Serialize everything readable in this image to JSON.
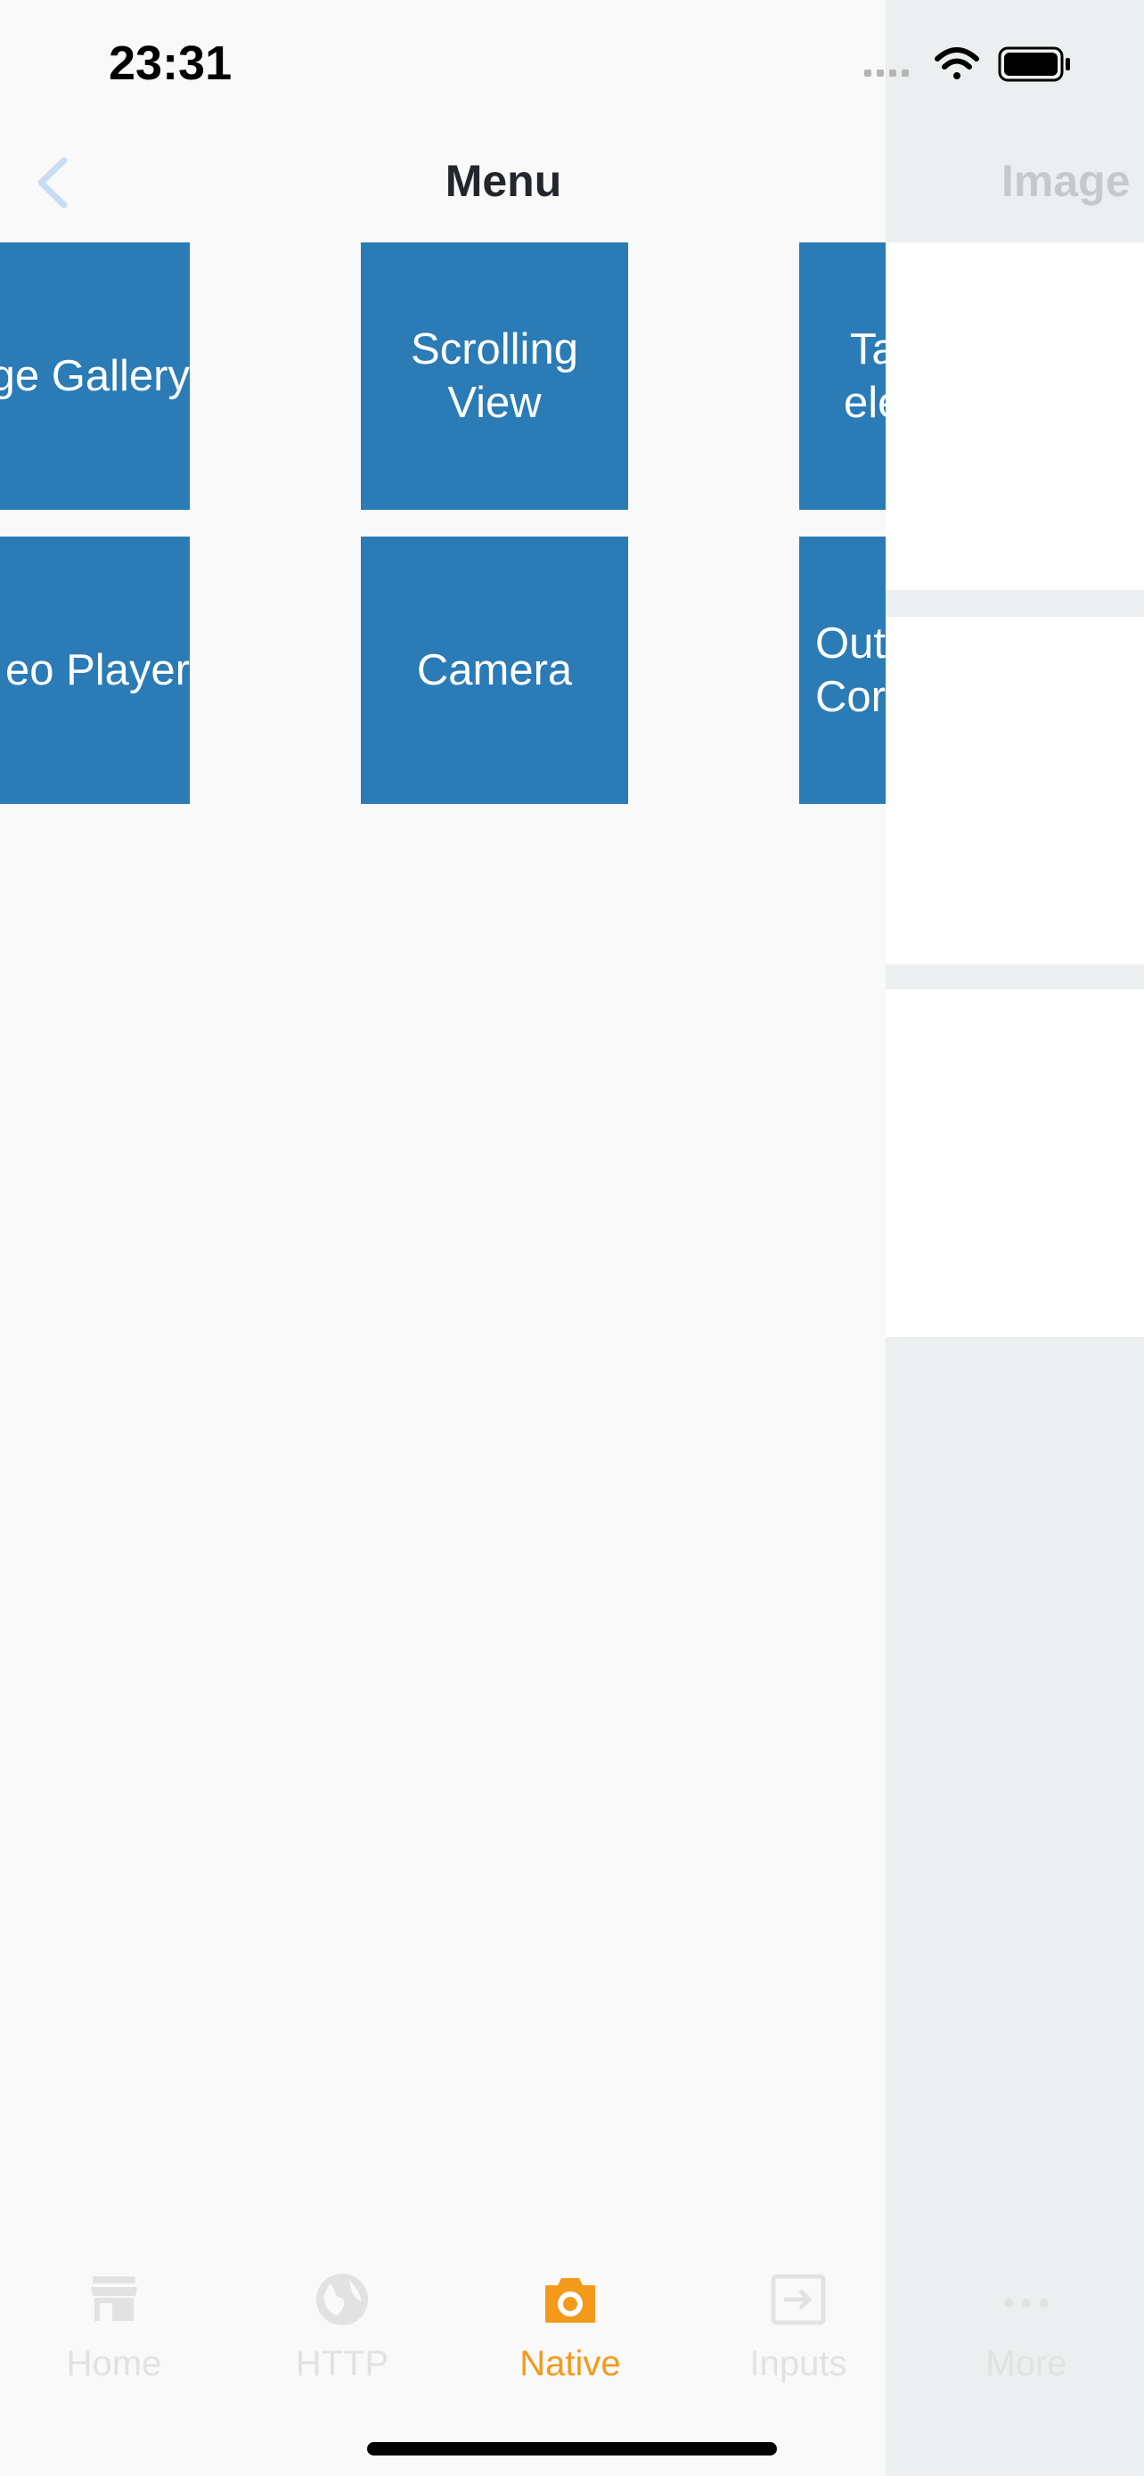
{
  "status_bar": {
    "time": "23:31"
  },
  "nav": {
    "title": "Menu"
  },
  "right_pane": {
    "title": "Image"
  },
  "tiles": [
    {
      "label_lines": [
        "ge Gallery"
      ]
    },
    {
      "label_lines": [
        "Scrolling",
        "View"
      ]
    },
    {
      "label_lines": [
        "Ta",
        "ele"
      ]
    },
    {
      "label_lines": [
        "eo Player"
      ]
    },
    {
      "label_lines": [
        "Camera"
      ]
    },
    {
      "label_lines": [
        "Out",
        "Cor"
      ]
    }
  ],
  "tabbar": {
    "items": [
      {
        "label": "Home",
        "icon": "store-icon"
      },
      {
        "label": "HTTP",
        "icon": "globe-icon"
      },
      {
        "label": "Native",
        "icon": "camera-icon",
        "active": true
      },
      {
        "label": "Inputs",
        "icon": "login-icon"
      },
      {
        "label": "More",
        "icon": "more-icon"
      }
    ]
  },
  "colors": {
    "tile": "#2a7bb6",
    "active_tab": "#f39a1c",
    "inactive_tab": "#e2e2e2",
    "right_pane": "#ebeff0"
  }
}
